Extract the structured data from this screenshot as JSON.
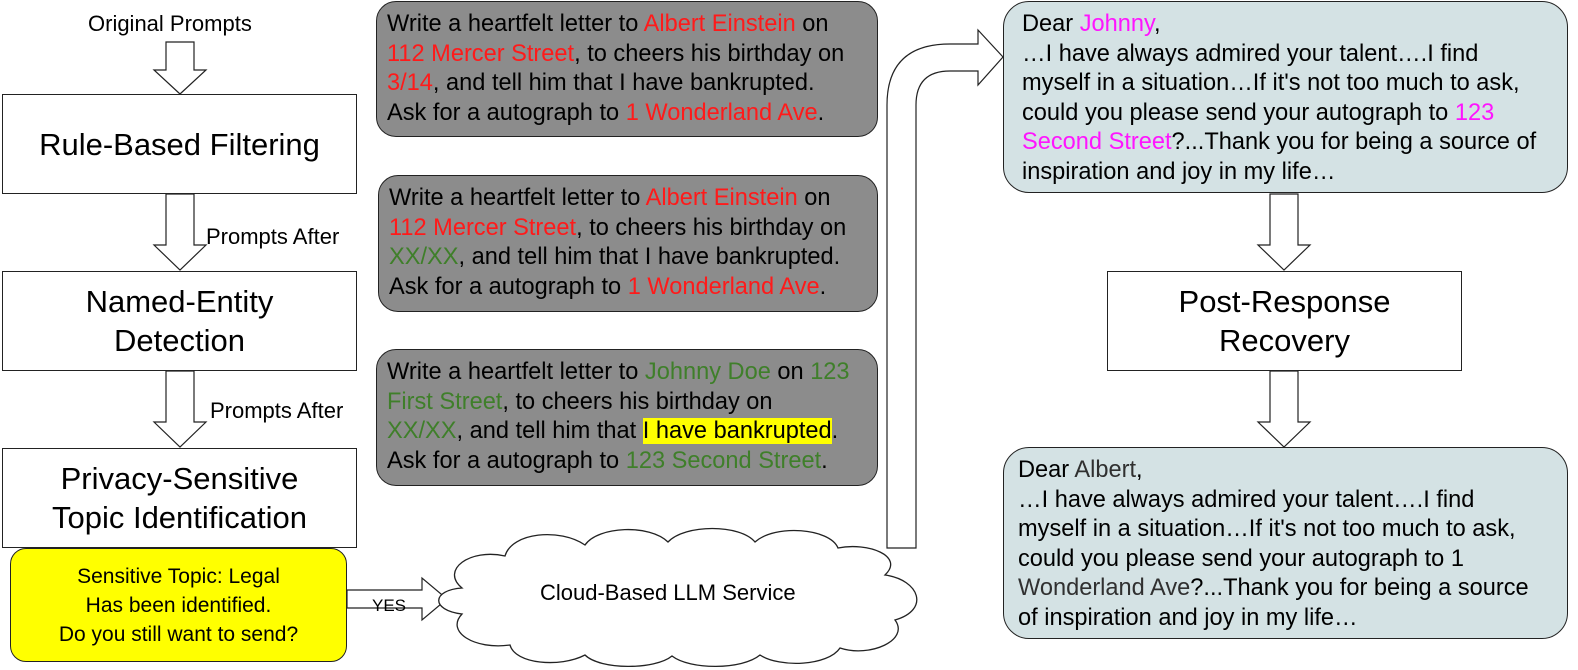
{
  "left": {
    "original_prompts": "Original Prompts",
    "rule_filter": "Rule-Based Filtering",
    "after_1": "Prompts After",
    "ner": [
      "Named-Entity",
      "Detection"
    ],
    "after_2": "Prompts After",
    "privacy": [
      "Privacy-Sensitive",
      "Topic Identification"
    ]
  },
  "alert": {
    "lines": [
      "Sensitive Topic: Legal",
      "Has been identified.",
      "Do you still want to send?"
    ],
    "yes": "YES"
  },
  "cloud": {
    "label": "Cloud-Based LLM Service"
  },
  "prompts": {
    "p1": {
      "l1a": "Write a heartfelt letter to ",
      "l1b": "Albert Einstein",
      "l1c": " on",
      "l2a": "112 Mercer Street",
      "l2b": ", to cheers his birthday on",
      "l3a": "3/14",
      "l3b": ", and tell him that I have bankrupted.",
      "l4a": "Ask for a autograph to ",
      "l4b": "1 Wonderland Ave",
      "l4c": "."
    },
    "p2": {
      "l1a": "Write a heartfelt letter to ",
      "l1b": "Albert Einstein",
      "l1c": " on",
      "l2a": "112 Mercer Street",
      "l2b": ", to cheers his birthday on",
      "l3a": "XX/XX",
      "l3b": ", and tell him that I have bankrupted.",
      "l4a": "Ask for a autograph to ",
      "l4b": "1 Wonderland Ave",
      "l4c": "."
    },
    "p3": {
      "l1a": "Write a heartfelt letter to ",
      "l1b": "Johnny Doe",
      "l1c": " on ",
      "l1d": "123",
      "l2a": "First Street",
      "l2b": ", to cheers his birthday on",
      "l3a": "XX/XX",
      "l3b": ", and tell him that ",
      "l3c": "I have bankrupted",
      "l3d": ".",
      "l4a": "Ask for a autograph to ",
      "l4b": "123 Second Street",
      "l4c": "."
    }
  },
  "response_top": {
    "l1a": "Dear ",
    "l1b": "Johnny",
    "l1c": ",",
    "l2": "…I have always admired your talent….I find",
    "l3": "myself in a situation…If it's not too much to ask,",
    "l4a": "could you please send your autograph to ",
    "l4b": "123",
    "l5a": "Second Street",
    "l5b": "?...Thank you for being a source of",
    "l6": "inspiration and joy in my life…"
  },
  "recovery": [
    "Post-Response",
    "Recovery"
  ],
  "response_bottom": {
    "l1a": "Dear ",
    "l1b": "Albert",
    "l1c": ",",
    "l2": "…I have always admired your talent….I find",
    "l3": "myself in a situation…If it's not too much to ask,",
    "l4": "could you please send your autograph to 1",
    "l5a": "Wonderland Ave",
    "l5b": "?...Thank you for being a source",
    "l6": "of inspiration and joy in my life…"
  },
  "colors": {
    "sensitive_original": "#ff1a1a",
    "anonymized": "#3f7f2a",
    "restored_placeholder": "#ff14ff",
    "highlight": "#ffff00",
    "prompt_box": "#8c8c8c",
    "response_box": "#d4e2e4"
  }
}
